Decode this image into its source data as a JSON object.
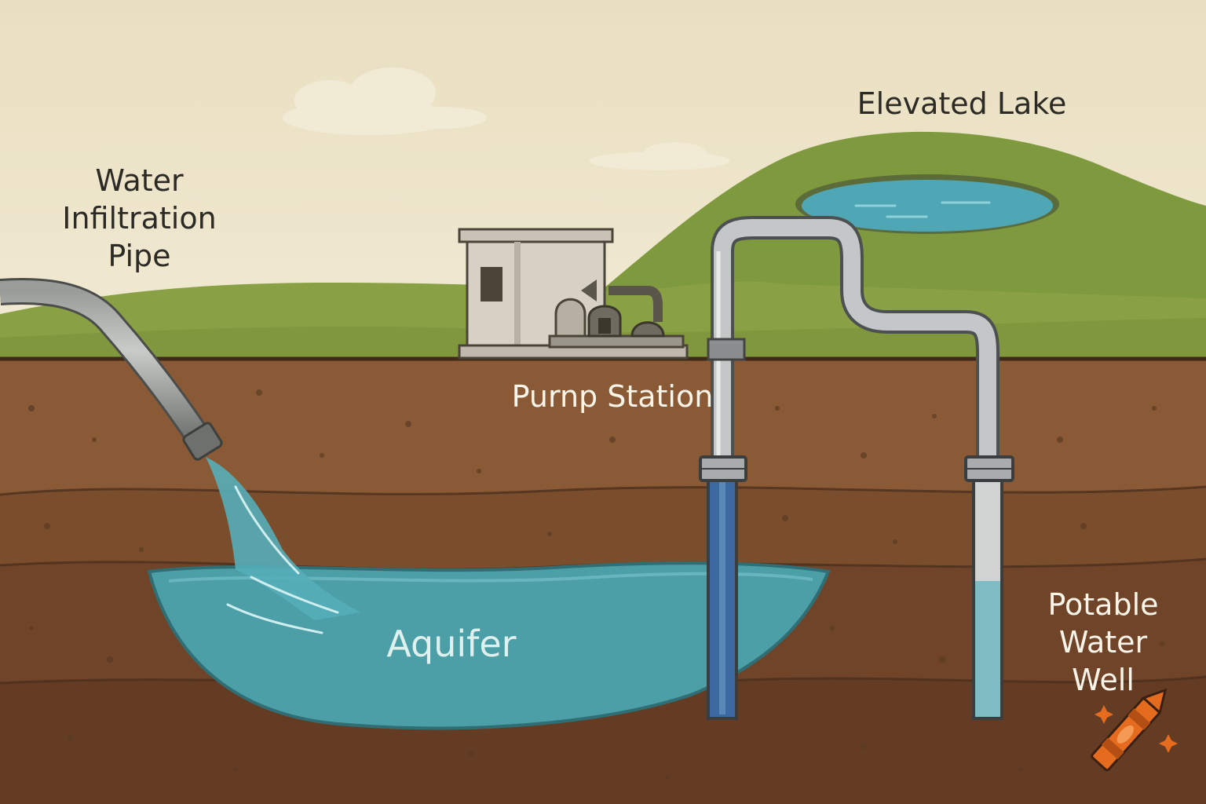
{
  "labels": {
    "infiltration": [
      "Water",
      "Infiltration",
      "Pipe"
    ],
    "lake": "Elevated Lake",
    "pump": "Purnp Station",
    "aquifer": "Aquifer",
    "well": [
      "Potable",
      "Water",
      "Well"
    ]
  },
  "colors": {
    "sky": "#ece3c8",
    "grass": "#8aa044",
    "hill": "#7f9a3e",
    "soil_top": "#8a5a36",
    "soil_mid": "#7a4d2d",
    "soil_deep": "#6b4226",
    "water": "#4fa3ad",
    "pipe": "#b9bcbc",
    "well_water": "#3c6aa0",
    "crayon": "#e56b1f"
  },
  "icons": [
    "crayon-icon",
    "sparkle-icon"
  ]
}
